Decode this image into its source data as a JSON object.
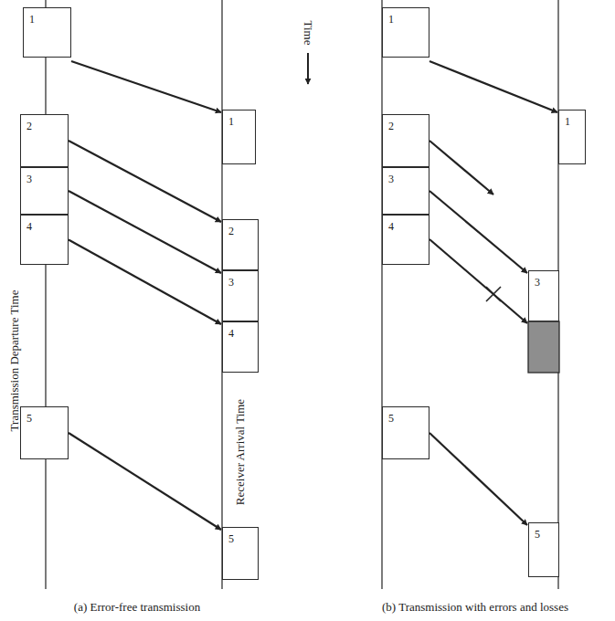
{
  "diagram": {
    "nodes": [
      {
        "text": [
          "1"
        ]
      },
      {
        "text": [
          "2"
        ]
      },
      {
        "text": [
          "3"
        ]
      },
      {
        "text": [
          "4"
        ]
      },
      {
        "text": [
          "5"
        ]
      },
      {
        "text": [
          "1"
        ]
      },
      {
        "text": [
          "2"
        ]
      },
      {
        "text": [
          "3"
        ]
      },
      {
        "text": [
          "4"
        ]
      },
      {
        "text": [
          "5"
        ]
      },
      {
        "text": [
          "1"
        ]
      },
      {
        "text": [
          "2"
        ]
      },
      {
        "text": [
          "3"
        ]
      },
      {
        "text": [
          "4"
        ]
      },
      {
        "text": [
          "5"
        ]
      },
      {
        "text": [
          "1"
        ]
      },
      {
        "text": [
          "3"
        ]
      },
      {
        "text": [
          "5"
        ]
      }
    ],
    "edges": [
      {
        "from": 0,
        "to": 5,
        "arrow": "to"
      },
      {
        "from": 1,
        "to": 6,
        "arrow": "to"
      },
      {
        "from": 2,
        "to": 7,
        "arrow": "to"
      },
      {
        "from": 3,
        "to": 8,
        "arrow": "to"
      },
      {
        "from": 4,
        "to": 9,
        "arrow": "to"
      },
      {
        "from": 10,
        "to": 15,
        "arrow": "to"
      },
      {
        "from": 12,
        "to": 16,
        "arrow": "to"
      },
      {
        "from": 14,
        "to": 17,
        "arrow": "to"
      }
    ],
    "labels": [
      "Time",
      "Transmission Departure Time",
      "Receiver Arrival Time",
      "(a) Error-free transmission",
      "(b) Transmission with errors and losses"
    ]
  }
}
